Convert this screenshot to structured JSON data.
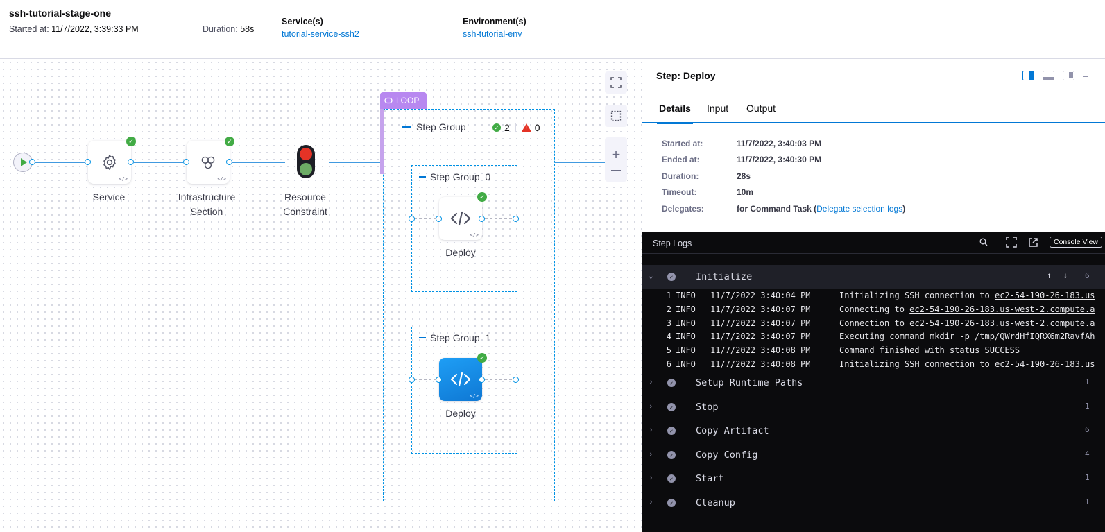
{
  "header": {
    "stage_name": "ssh-tutorial-stage-one",
    "started_label": "Started at: ",
    "started_value": "11/7/2022, 3:39:33 PM",
    "duration_label": "Duration: ",
    "duration_value": "58s",
    "services_label": "Service(s)",
    "services_value": "tutorial-service-ssh2",
    "environment_label": "Environment(s)",
    "environment_value": "ssh-tutorial-env"
  },
  "pipeline": {
    "nodes": {
      "service": "Service",
      "infra_line1": "Infrastructure",
      "infra_line2": "Section",
      "resource_line1": "Resource",
      "resource_line2": "Constraint"
    },
    "loop_label": "LOOP",
    "step_group": {
      "label": "Step Group",
      "success_count": "2",
      "failed_count": "0"
    },
    "sub_groups": [
      {
        "label": "Step Group_0",
        "step": "Deploy"
      },
      {
        "label": "Step Group_1",
        "step": "Deploy"
      }
    ]
  },
  "panel": {
    "title": "Step: Deploy",
    "tabs": [
      "Details",
      "Input",
      "Output"
    ],
    "details": {
      "started_label": "Started at:",
      "started_value": "11/7/2022, 3:40:03 PM",
      "ended_label": "Ended at:",
      "ended_value": "11/7/2022, 3:40:30 PM",
      "duration_label": "Duration:",
      "duration_value": "28s",
      "timeout_label": "Timeout:",
      "timeout_value": "10m",
      "delegates_label": "Delegates:",
      "delegates_prefix": "for Command Task (",
      "delegates_link": "Delegate selection logs",
      "delegates_suffix": ")"
    },
    "logs": {
      "title": "Step Logs",
      "console_button": "Console View",
      "open_section": {
        "name": "Initialize",
        "duration": "6"
      },
      "lines": [
        {
          "num": "1",
          "level": "INFO",
          "ts": "11/7/2022 3:40:04 PM",
          "msg": "Initializing SSH connection to ",
          "host": "ec2-54-190-26-183.us"
        },
        {
          "num": "2",
          "level": "INFO",
          "ts": "11/7/2022 3:40:07 PM",
          "msg": "Connecting to ",
          "host": "ec2-54-190-26-183.us-west-2.compute.a"
        },
        {
          "num": "3",
          "level": "INFO",
          "ts": "11/7/2022 3:40:07 PM",
          "msg": "Connection to ",
          "host": "ec2-54-190-26-183.us-west-2.compute.a"
        },
        {
          "num": "4",
          "level": "INFO",
          "ts": "11/7/2022 3:40:07 PM",
          "msg": "Executing command mkdir -p /tmp/QWrdHfIQRX6m2RavfAh",
          "host": ""
        },
        {
          "num": "5",
          "level": "INFO",
          "ts": "11/7/2022 3:40:08 PM",
          "msg": "Command finished with status SUCCESS",
          "host": ""
        },
        {
          "num": "6",
          "level": "INFO",
          "ts": "11/7/2022 3:40:08 PM",
          "msg": "Initializing SSH connection to ",
          "host": "ec2-54-190-26-183.us"
        }
      ],
      "sections": [
        {
          "name": "Setup Runtime Paths",
          "duration": "1"
        },
        {
          "name": "Stop",
          "duration": "1"
        },
        {
          "name": "Copy Artifact",
          "duration": "6"
        },
        {
          "name": "Copy Config",
          "duration": "4"
        },
        {
          "name": "Start",
          "duration": "1"
        },
        {
          "name": "Cleanup",
          "duration": "1"
        }
      ]
    }
  },
  "colors": {
    "accent": "#0278d5",
    "success": "#42ab45",
    "loop": "#b888f0",
    "log_bg": "#0b0b0d"
  }
}
